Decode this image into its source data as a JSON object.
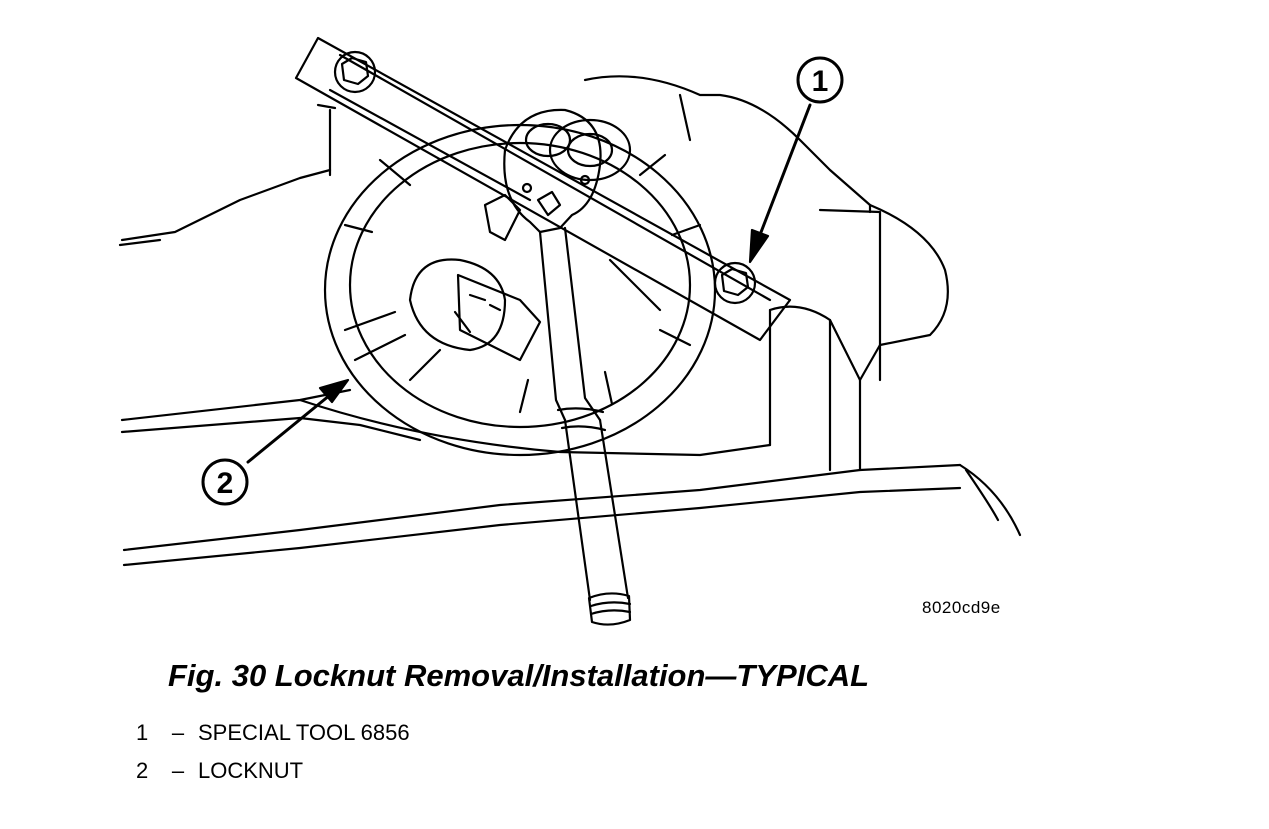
{
  "figure": {
    "callouts": [
      {
        "number": "1"
      },
      {
        "number": "2"
      }
    ],
    "illustration_id": "8020cd9e"
  },
  "caption": "Fig. 30 Locknut Removal/Installation—TYPICAL",
  "legend": [
    {
      "number": "1",
      "dash": "–",
      "text": "SPECIAL TOOL 6856"
    },
    {
      "number": "2",
      "dash": "–",
      "text": "LOCKNUT"
    }
  ]
}
